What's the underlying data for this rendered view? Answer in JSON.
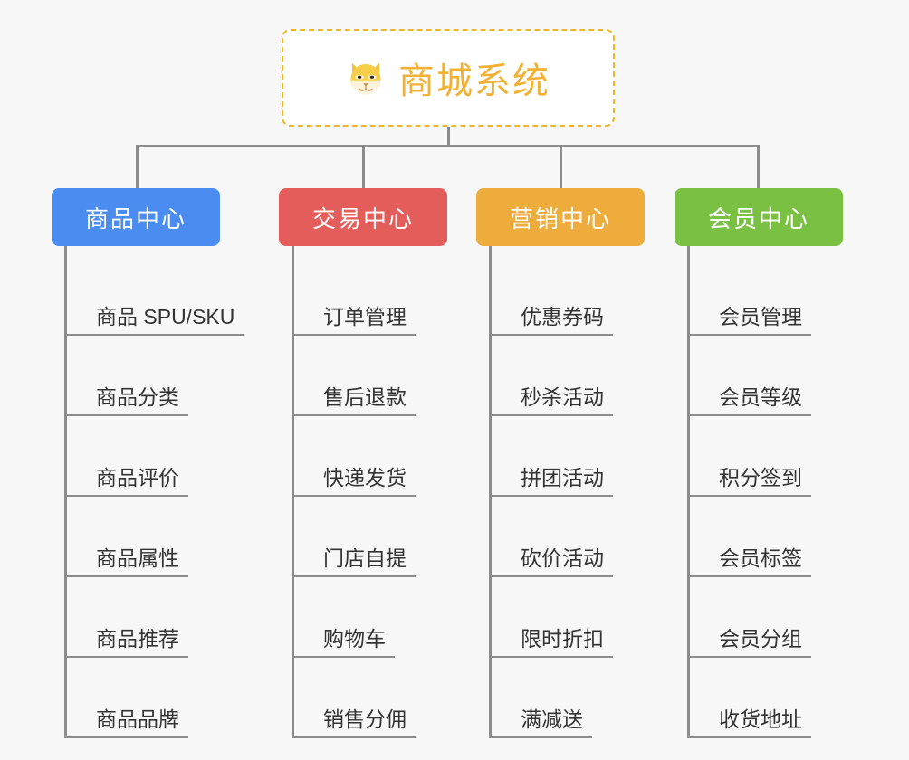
{
  "background_color": "#f7f7f7",
  "root": {
    "icon": "dog-face-icon",
    "title": "商城系统",
    "border_color": "#f0b429",
    "text_color": "#f2b134"
  },
  "connector_color": "#8c8c8c",
  "columns": [
    {
      "id": "product-center",
      "label": "商品中心",
      "color": "#4a8cf0",
      "items": [
        "商品 SPU/SKU",
        "商品分类",
        "商品评价",
        "商品属性",
        "商品推荐",
        "商品品牌"
      ]
    },
    {
      "id": "trade-center",
      "label": "交易中心",
      "color": "#e35d5b",
      "items": [
        "订单管理",
        "售后退款",
        "快递发货",
        "门店自提",
        "购物车",
        "销售分佣"
      ]
    },
    {
      "id": "marketing-center",
      "label": "营销中心",
      "color": "#eeac3c",
      "items": [
        "优惠券码",
        "秒杀活动",
        "拼团活动",
        "砍价活动",
        "限时折扣",
        "满减送"
      ]
    },
    {
      "id": "member-center",
      "label": "会员中心",
      "color": "#7ac143",
      "items": [
        "会员管理",
        "会员等级",
        "积分签到",
        "会员标签",
        "会员分组",
        "收货地址"
      ]
    }
  ]
}
